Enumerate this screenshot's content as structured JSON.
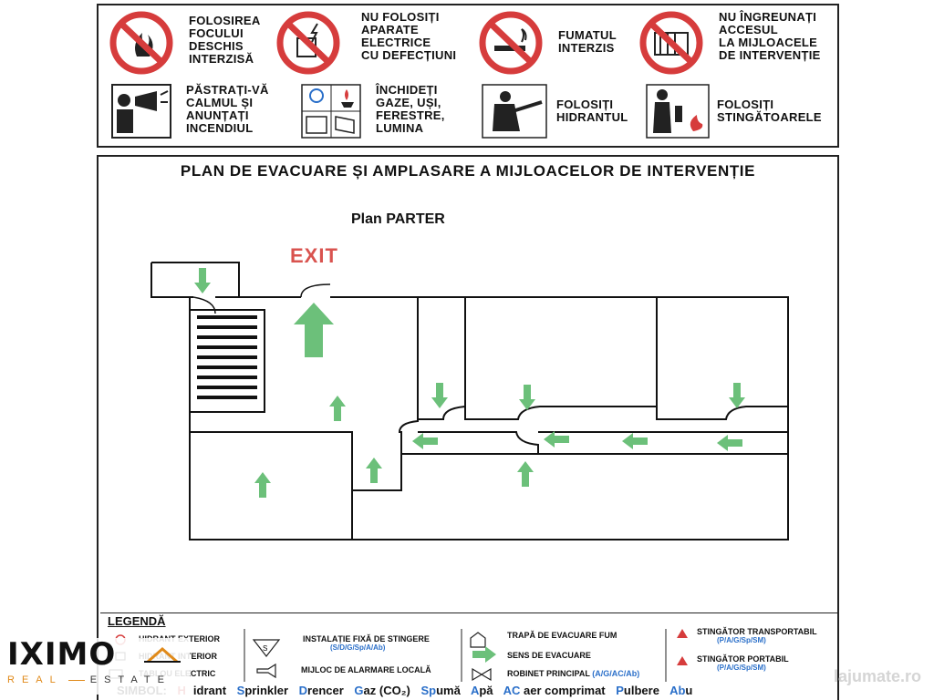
{
  "signs_row1": [
    {
      "icon": "no-open-fire-icon",
      "text": "FOLOSIREA\nFOCULUI\nDESCHIS\nINTERZISĂ"
    },
    {
      "icon": "no-defective-electric-icon",
      "text": "NU FOLOSIȚI\nAPARATE\nELECTRICE\nCU DEFECȚIUNI"
    },
    {
      "icon": "no-smoking-icon",
      "text": "FUMATUL\nINTERZIS"
    },
    {
      "icon": "no-blocking-access-icon",
      "text": "NU ÎNGREUNAȚI\nACCESUL\nLA MIJLOACELE\nDE INTERVENȚIE"
    }
  ],
  "signs_row2": [
    {
      "icon": "alarm-shout-icon",
      "text": "PĂSTRAȚI-VĂ\nCALMUL ȘI\nANUNȚAȚI\nINCENDIUL"
    },
    {
      "icon": "close-utilities-icon",
      "text": "ÎNCHIDEȚI\nGAZE, UȘI,\nFERESTRE,\nLUMINA"
    },
    {
      "icon": "hydrant-user-icon",
      "text": "FOLOSIȚI\nHIDRANTUL"
    },
    {
      "icon": "extinguisher-user-icon",
      "text": "FOLOSIȚI\nSTINGĂTOARELE"
    }
  ],
  "plan": {
    "title": "PLAN DE EVACUARE ȘI AMPLASARE A MIJLOACELOR DE INTERVENȚIE",
    "subtitle": "Plan PARTER",
    "exit_label": "EXIT"
  },
  "legend": {
    "title": "LEGENDĂ",
    "items": [
      {
        "text": "HIDRANT EXTERIOR",
        "sub": ""
      },
      {
        "text": "HIDRANT INTERIOR",
        "sub": ""
      },
      {
        "text": "TABLOU ELECTRIC",
        "sub": ""
      },
      {
        "text": "INSTALAȚIE FIXĂ DE STINGERE",
        "sub": "(S/D/G/Sp/A/Ab)"
      },
      {
        "text": "MIJLOC DE ALARMARE LOCALĂ",
        "sub": ""
      },
      {
        "text": "TRAPĂ DE EVACUARE FUM",
        "sub": ""
      },
      {
        "text": "SENS DE EVACUARE",
        "sub": ""
      },
      {
        "text": "ROBINET PRINCIPAL",
        "sub": "(A/G/AC/Ab)"
      },
      {
        "text": "STINGĂTOR TRANSPORTABIL",
        "sub": "(P/A/G/Sp/SM)"
      },
      {
        "text": "STINGĂTOR PORTABIL",
        "sub": "(P/A/G/Sp/SM)"
      }
    ]
  },
  "symbols": {
    "label": "SIMBOL:",
    "items": [
      {
        "code": "H",
        "rest": "idrant"
      },
      {
        "code": "S",
        "rest": "prinkler"
      },
      {
        "code": "D",
        "rest": "rencer"
      },
      {
        "code": "G",
        "rest": "az (CO₂)"
      },
      {
        "code": "Sp",
        "rest": "umă"
      },
      {
        "code": "A",
        "rest": "pă"
      },
      {
        "code": "AC",
        "rest": " aer comprimat"
      },
      {
        "code": "P",
        "rest": "ulbere"
      },
      {
        "code": "Ab",
        "rest": "u"
      }
    ]
  },
  "logo": {
    "brand": "IXIMO",
    "tag1": "REAL",
    "tag2": "ESTATE"
  },
  "watermark": "lajumate.ro",
  "colors": {
    "arrow": "#6cc07a",
    "danger": "#d63c3c",
    "exit": "#d9534f"
  }
}
